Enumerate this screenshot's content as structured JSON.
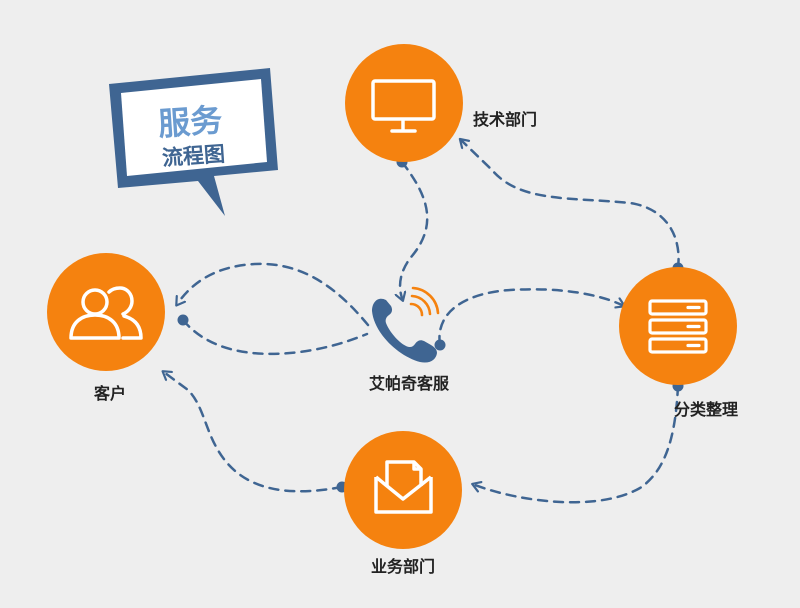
{
  "title": {
    "main": "服务",
    "sub": "流程图"
  },
  "nodes": {
    "customer": {
      "label": "客户",
      "icon": "users-icon"
    },
    "service": {
      "label": "艾帕奇客服",
      "icon": "phone-icon"
    },
    "tech": {
      "label": "技术部门",
      "icon": "monitor-icon"
    },
    "sort": {
      "label": "分类整理",
      "icon": "server-icon"
    },
    "business": {
      "label": "业务部门",
      "icon": "mail-icon"
    }
  },
  "colors": {
    "orange": "#f5820f",
    "blue": "#3f6592",
    "title_text": "#6b9bd0",
    "background": "#eeeeee"
  }
}
